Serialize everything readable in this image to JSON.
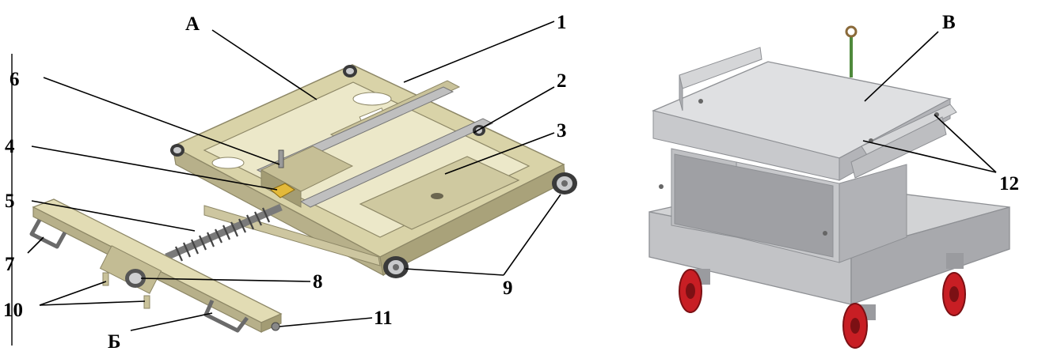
{
  "labels": {
    "A": "А",
    "B_cyr": "Б",
    "V": "В",
    "n1": "1",
    "n2": "2",
    "n3": "3",
    "n4": "4",
    "n5": "5",
    "n6": "6",
    "n7": "7",
    "n8": "8",
    "n9": "9",
    "n10": "10",
    "n11": "11",
    "n12": "12"
  },
  "colors": {
    "frame": "#d9d3a8",
    "frame_dark": "#a9a27a",
    "frame_light": "#ece8c9",
    "metal": "#c8c9cb",
    "metal_dark": "#8e9094",
    "metal_light": "#e6e7e9",
    "wheel_red": "#c81e24",
    "wheel_dark": "#7c1014",
    "spring": "#5a5a5a",
    "green_rod": "#4f8a3c"
  }
}
